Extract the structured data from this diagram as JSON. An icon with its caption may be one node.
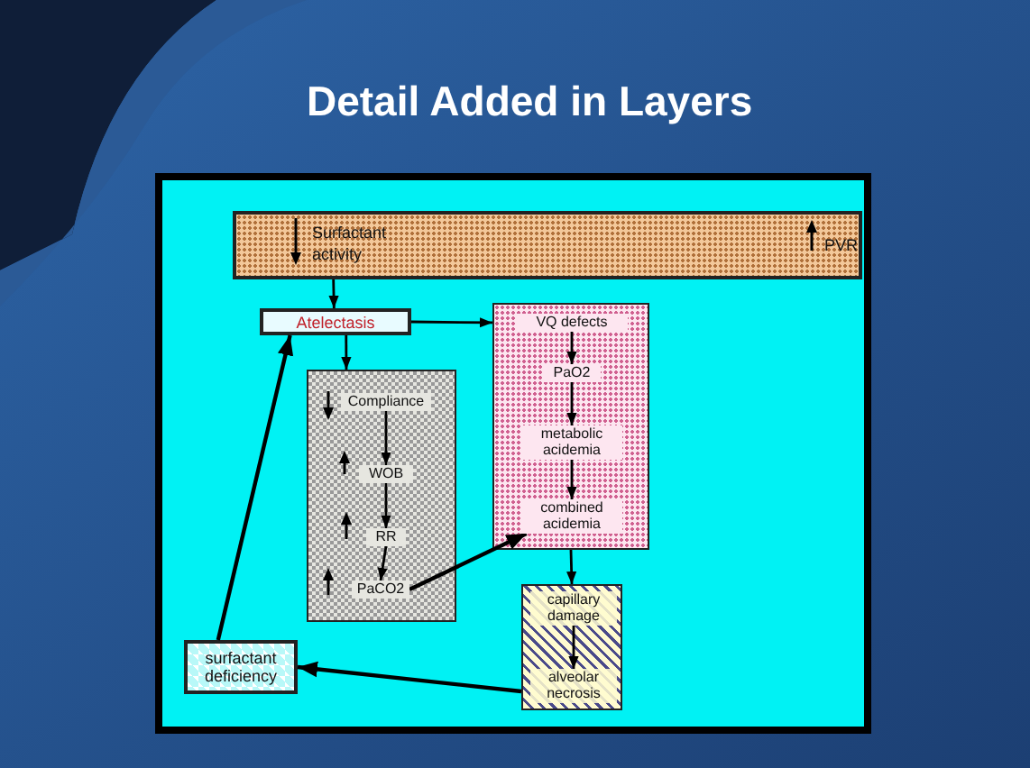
{
  "diagram": {
    "title": "Detail Added in Layers",
    "nodes": [
      {
        "text": [
          "Surfactant activity",
          "PVR"
        ]
      },
      {
        "text": [
          "Atelectasis"
        ]
      },
      {
        "text": [],
        "shape": "box"
      },
      {
        "text": [
          "Compliance"
        ],
        "in": 2
      },
      {
        "text": [
          "WOB"
        ],
        "in": 2
      },
      {
        "text": [
          "RR"
        ],
        "in": 2
      },
      {
        "text": [
          "PaCO2"
        ],
        "in": 2
      },
      {
        "text": [],
        "shape": "box"
      },
      {
        "text": [
          "VQ defects"
        ],
        "in": 7
      },
      {
        "text": [
          "PaO2"
        ],
        "in": 7
      },
      {
        "text": [
          "metabolic acidemia"
        ],
        "in": 7
      },
      {
        "text": [
          "combined acidemia"
        ],
        "in": 7
      },
      {
        "text": [],
        "shape": "box"
      },
      {
        "text": [
          "capillary damage"
        ],
        "in": 12
      },
      {
        "text": [
          "alveolar necrosis"
        ],
        "in": 12
      },
      {
        "text": [
          "surfactant deficiency"
        ]
      }
    ],
    "edges": [
      {
        "from": 0,
        "to": 1,
        "arrow": "to"
      },
      {
        "from": 1,
        "to": 2,
        "arrow": "to"
      },
      {
        "from": 1,
        "to": 7,
        "arrow": "to"
      },
      {
        "from": 3,
        "to": 4,
        "arrow": "to"
      },
      {
        "from": 4,
        "to": 5,
        "arrow": "to"
      },
      {
        "from": 5,
        "to": 6,
        "arrow": "to"
      },
      {
        "from": 6,
        "to": 11,
        "arrow": "to"
      },
      {
        "from": 8,
        "to": 9,
        "arrow": "to"
      },
      {
        "from": 9,
        "to": 10,
        "arrow": "to"
      },
      {
        "from": 10,
        "to": 11,
        "arrow": "to"
      },
      {
        "from": 7,
        "to": 12,
        "arrow": "to"
      },
      {
        "from": 13,
        "to": 14,
        "arrow": "to"
      },
      {
        "from": 12,
        "to": 15,
        "arrow": "to"
      },
      {
        "from": 15,
        "to": 1,
        "arrow": "to"
      }
    ]
  }
}
